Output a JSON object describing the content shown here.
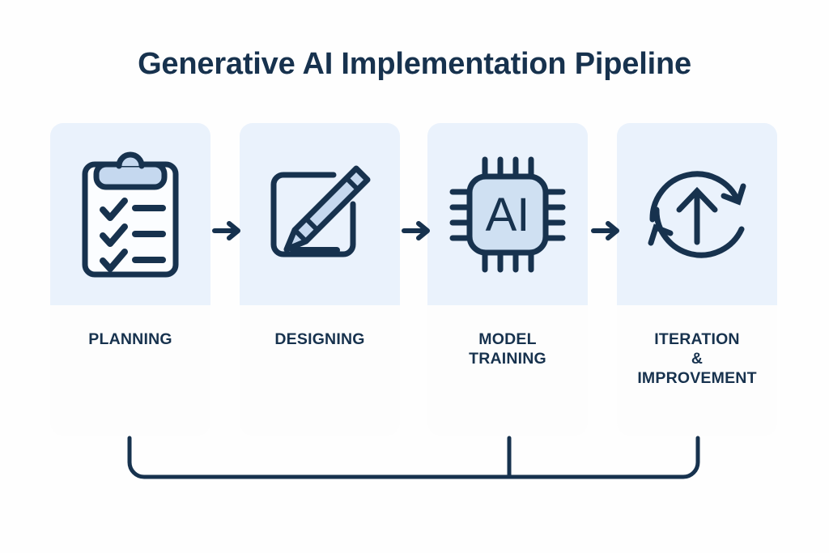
{
  "diagram": {
    "title": "Generative AI Implementation Pipeline",
    "background_color": "#fefefe",
    "accent_dark": "#17324e",
    "accent_light": "#c5d8ef",
    "card_top_color": "#eaf2fc",
    "card_bottom_color": "#fdfdfd",
    "type": "process-pipeline",
    "stage_count": 4,
    "arrow_symbol": "right-arrow",
    "stages": [
      {
        "index": 1,
        "label": "PLANNING",
        "label_lines": [
          "PLANNING"
        ],
        "icon": "clipboard-checklist-icon",
        "icon_description": "Clipboard with three checkmarks and list lines"
      },
      {
        "index": 2,
        "label": "DESIGNING",
        "label_lines": [
          "DESIGNING"
        ],
        "icon": "pencil-edit-icon",
        "icon_description": "Pencil drawing inside an open square"
      },
      {
        "index": 3,
        "label": "MODEL TRAINING",
        "label_lines": [
          "MODEL",
          "TRAINING"
        ],
        "icon": "ai-chip-icon",
        "icon_text": "AI",
        "icon_description": "Microchip labeled AI with pins on four sides"
      },
      {
        "index": 4,
        "label": "ITERATION & IMPROVEMENT",
        "label_lines": [
          "ITERATION",
          "&",
          "IMPROVEMENT"
        ],
        "icon": "refresh-cycle-up-arrow-icon",
        "icon_description": "Circular refresh arrows around an upward arrow"
      }
    ],
    "feedback_connector": {
      "name": "feedback-loop-bracket",
      "description": "Bracket running from stage 1 to stage 4 with a vertical stem under stage 3"
    }
  }
}
